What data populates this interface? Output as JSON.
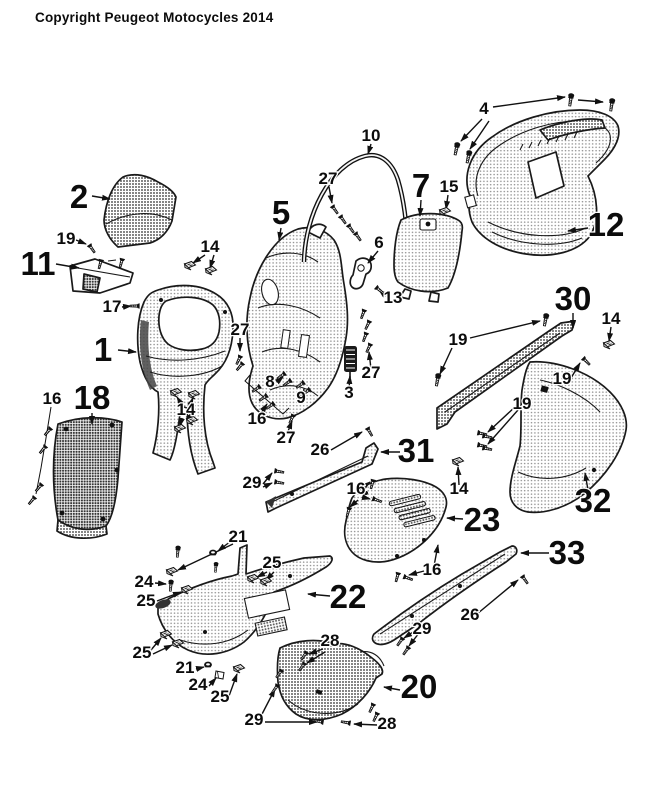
{
  "copyright": "Copyright Peugeot Motocycles 2014",
  "part_numbers": {
    "1": "1",
    "2": "2",
    "3": "3",
    "4": "4",
    "5": "5",
    "6": "6",
    "7": "7",
    "8": "8",
    "9": "9",
    "10": "10",
    "11": "11",
    "12": "12",
    "13": "13",
    "14": "14",
    "15": "15",
    "16": "16",
    "17": "17",
    "18": "18",
    "19": "19",
    "20": "20",
    "21": "21",
    "22": "22",
    "23": "23",
    "24": "24",
    "25": "25",
    "26": "26",
    "27": "27",
    "28": "28",
    "29": "29",
    "30": "30",
    "31": "31",
    "32": "32",
    "33": "33"
  },
  "colors": {
    "ink": "#111111",
    "paper": "#ffffff"
  }
}
